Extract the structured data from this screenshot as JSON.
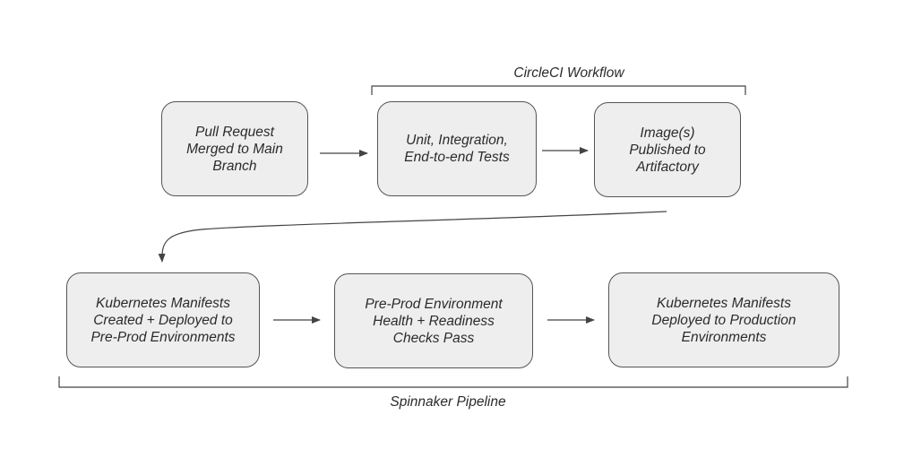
{
  "groups": {
    "circleci": {
      "label": "CircleCI Workflow"
    },
    "spinnaker": {
      "label": "Spinnaker Pipeline"
    }
  },
  "steps": [
    {
      "lines": [
        "Pull Request",
        "Merged to Main",
        "Branch"
      ]
    },
    {
      "lines": [
        "Unit, Integration,",
        "End-to-end Tests"
      ]
    },
    {
      "lines": [
        "Image(s)",
        "Published to",
        "Artifactory"
      ]
    },
    {
      "lines": [
        "Kubernetes Manifests",
        "Created + Deployed to",
        "Pre-Prod Environments"
      ]
    },
    {
      "lines": [
        "Pre-Prod Environment",
        "Health + Readiness",
        "Checks Pass"
      ]
    },
    {
      "lines": [
        "Kubernetes Manifests",
        "Deployed to Production",
        "Environments"
      ]
    }
  ],
  "colors": {
    "box_fill": "#eeeeee",
    "box_border": "#555555",
    "line": "#444444",
    "text": "#2b2b2b"
  }
}
